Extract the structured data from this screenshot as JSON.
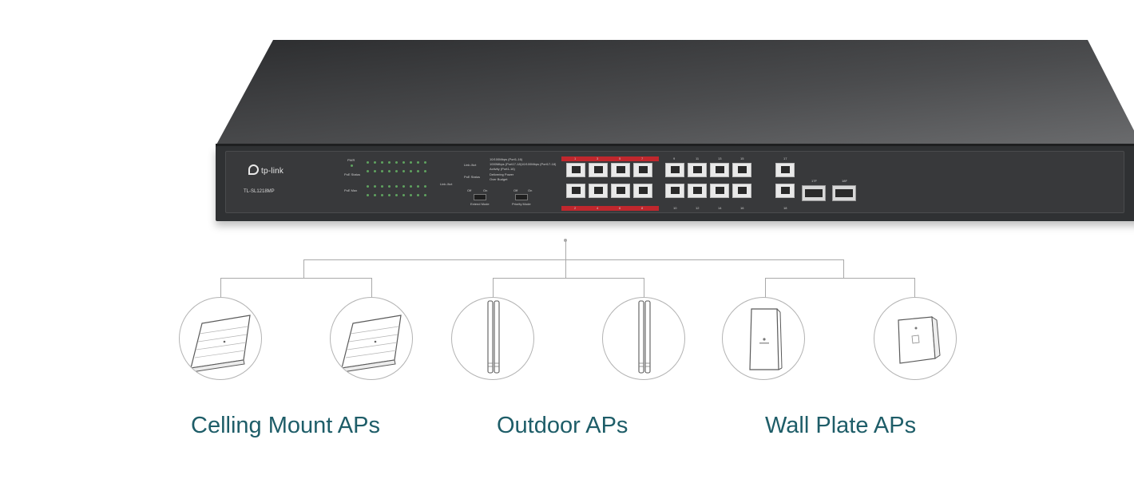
{
  "switch": {
    "brand": "tp-link",
    "model": "TL-SL1218MP",
    "panel_labels": {
      "pwr": "PWR",
      "poe_status": "PoE Status",
      "poe_max": "PoE Max",
      "link_act": "Link /Act",
      "legend_1": "10/100Mbps (Port1-16)",
      "legend_2": "1000Mbps (Port17-18)",
      "legend_2b": "10/100Mbps (Port17-18)",
      "legend_3": "Activity (Port1-16)",
      "legend_4": "Delivering Power",
      "legend_5": "Over Budget",
      "extend_mode": "Extend Mode",
      "priority_mode": "Priority Mode",
      "off": "Off",
      "on": "On",
      "sfp1": "17F",
      "sfp2": "18F"
    },
    "port_top_numbers": [
      "1",
      "3",
      "5",
      "7",
      "9",
      "11",
      "13",
      "15",
      "17"
    ],
    "port_bottom_numbers": [
      "2",
      "4",
      "6",
      "8",
      "10",
      "12",
      "14",
      "16",
      "18"
    ],
    "poe_accent_color": "#c0272d",
    "status_led_color": "#5fa35f"
  },
  "ap_groups": [
    {
      "label": "Celling Mount APs",
      "icon": "ceiling-mount-ap-icon"
    },
    {
      "label": "Outdoor APs",
      "icon": "outdoor-ap-icon"
    },
    {
      "label": "Wall Plate APs",
      "icon": "wall-plate-ap-icon"
    }
  ],
  "colors": {
    "label": "#1e5d68",
    "connector_line": "#a9a9a9",
    "switch_body": "#2f3133"
  }
}
